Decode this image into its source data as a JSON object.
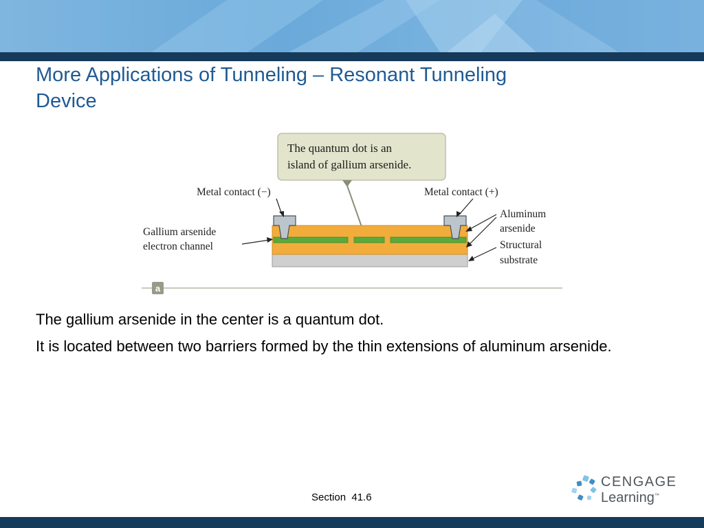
{
  "slide": {
    "title": "More Applications of Tunneling – Resonant Tunneling Device",
    "footer_section": "Section  41.6"
  },
  "figure": {
    "callout": [
      "The quantum dot is an",
      "island of gallium arsenide."
    ],
    "label_metal_neg": "Metal contact (−)",
    "label_metal_pos": "Metal contact (+)",
    "label_gaas_channel": [
      "Gallium arsenide",
      "electron channel"
    ],
    "label_alas": [
      "Aluminum",
      "arsenide"
    ],
    "label_substrate": [
      "Structural",
      "substrate"
    ],
    "panel_tag": "a"
  },
  "body": {
    "paragraphs": [
      "The gallium arsenide in the center is a quantum dot.",
      "It is located between two barriers formed by the thin extensions of aluminum arsenide."
    ]
  },
  "logo": {
    "line1": "CENGAGE",
    "line2": "Learning",
    "trademark": "™"
  },
  "colors": {
    "title": "#1f5a94",
    "header_bar": "#163a5a",
    "aluminum_arsenide": "#f2ac3c",
    "gallium_arsenide": "#5aaa3c",
    "substrate": "#cfcfcf",
    "callout_bg": "#e2e4cc",
    "logo_blue": "#3f8fc5"
  }
}
